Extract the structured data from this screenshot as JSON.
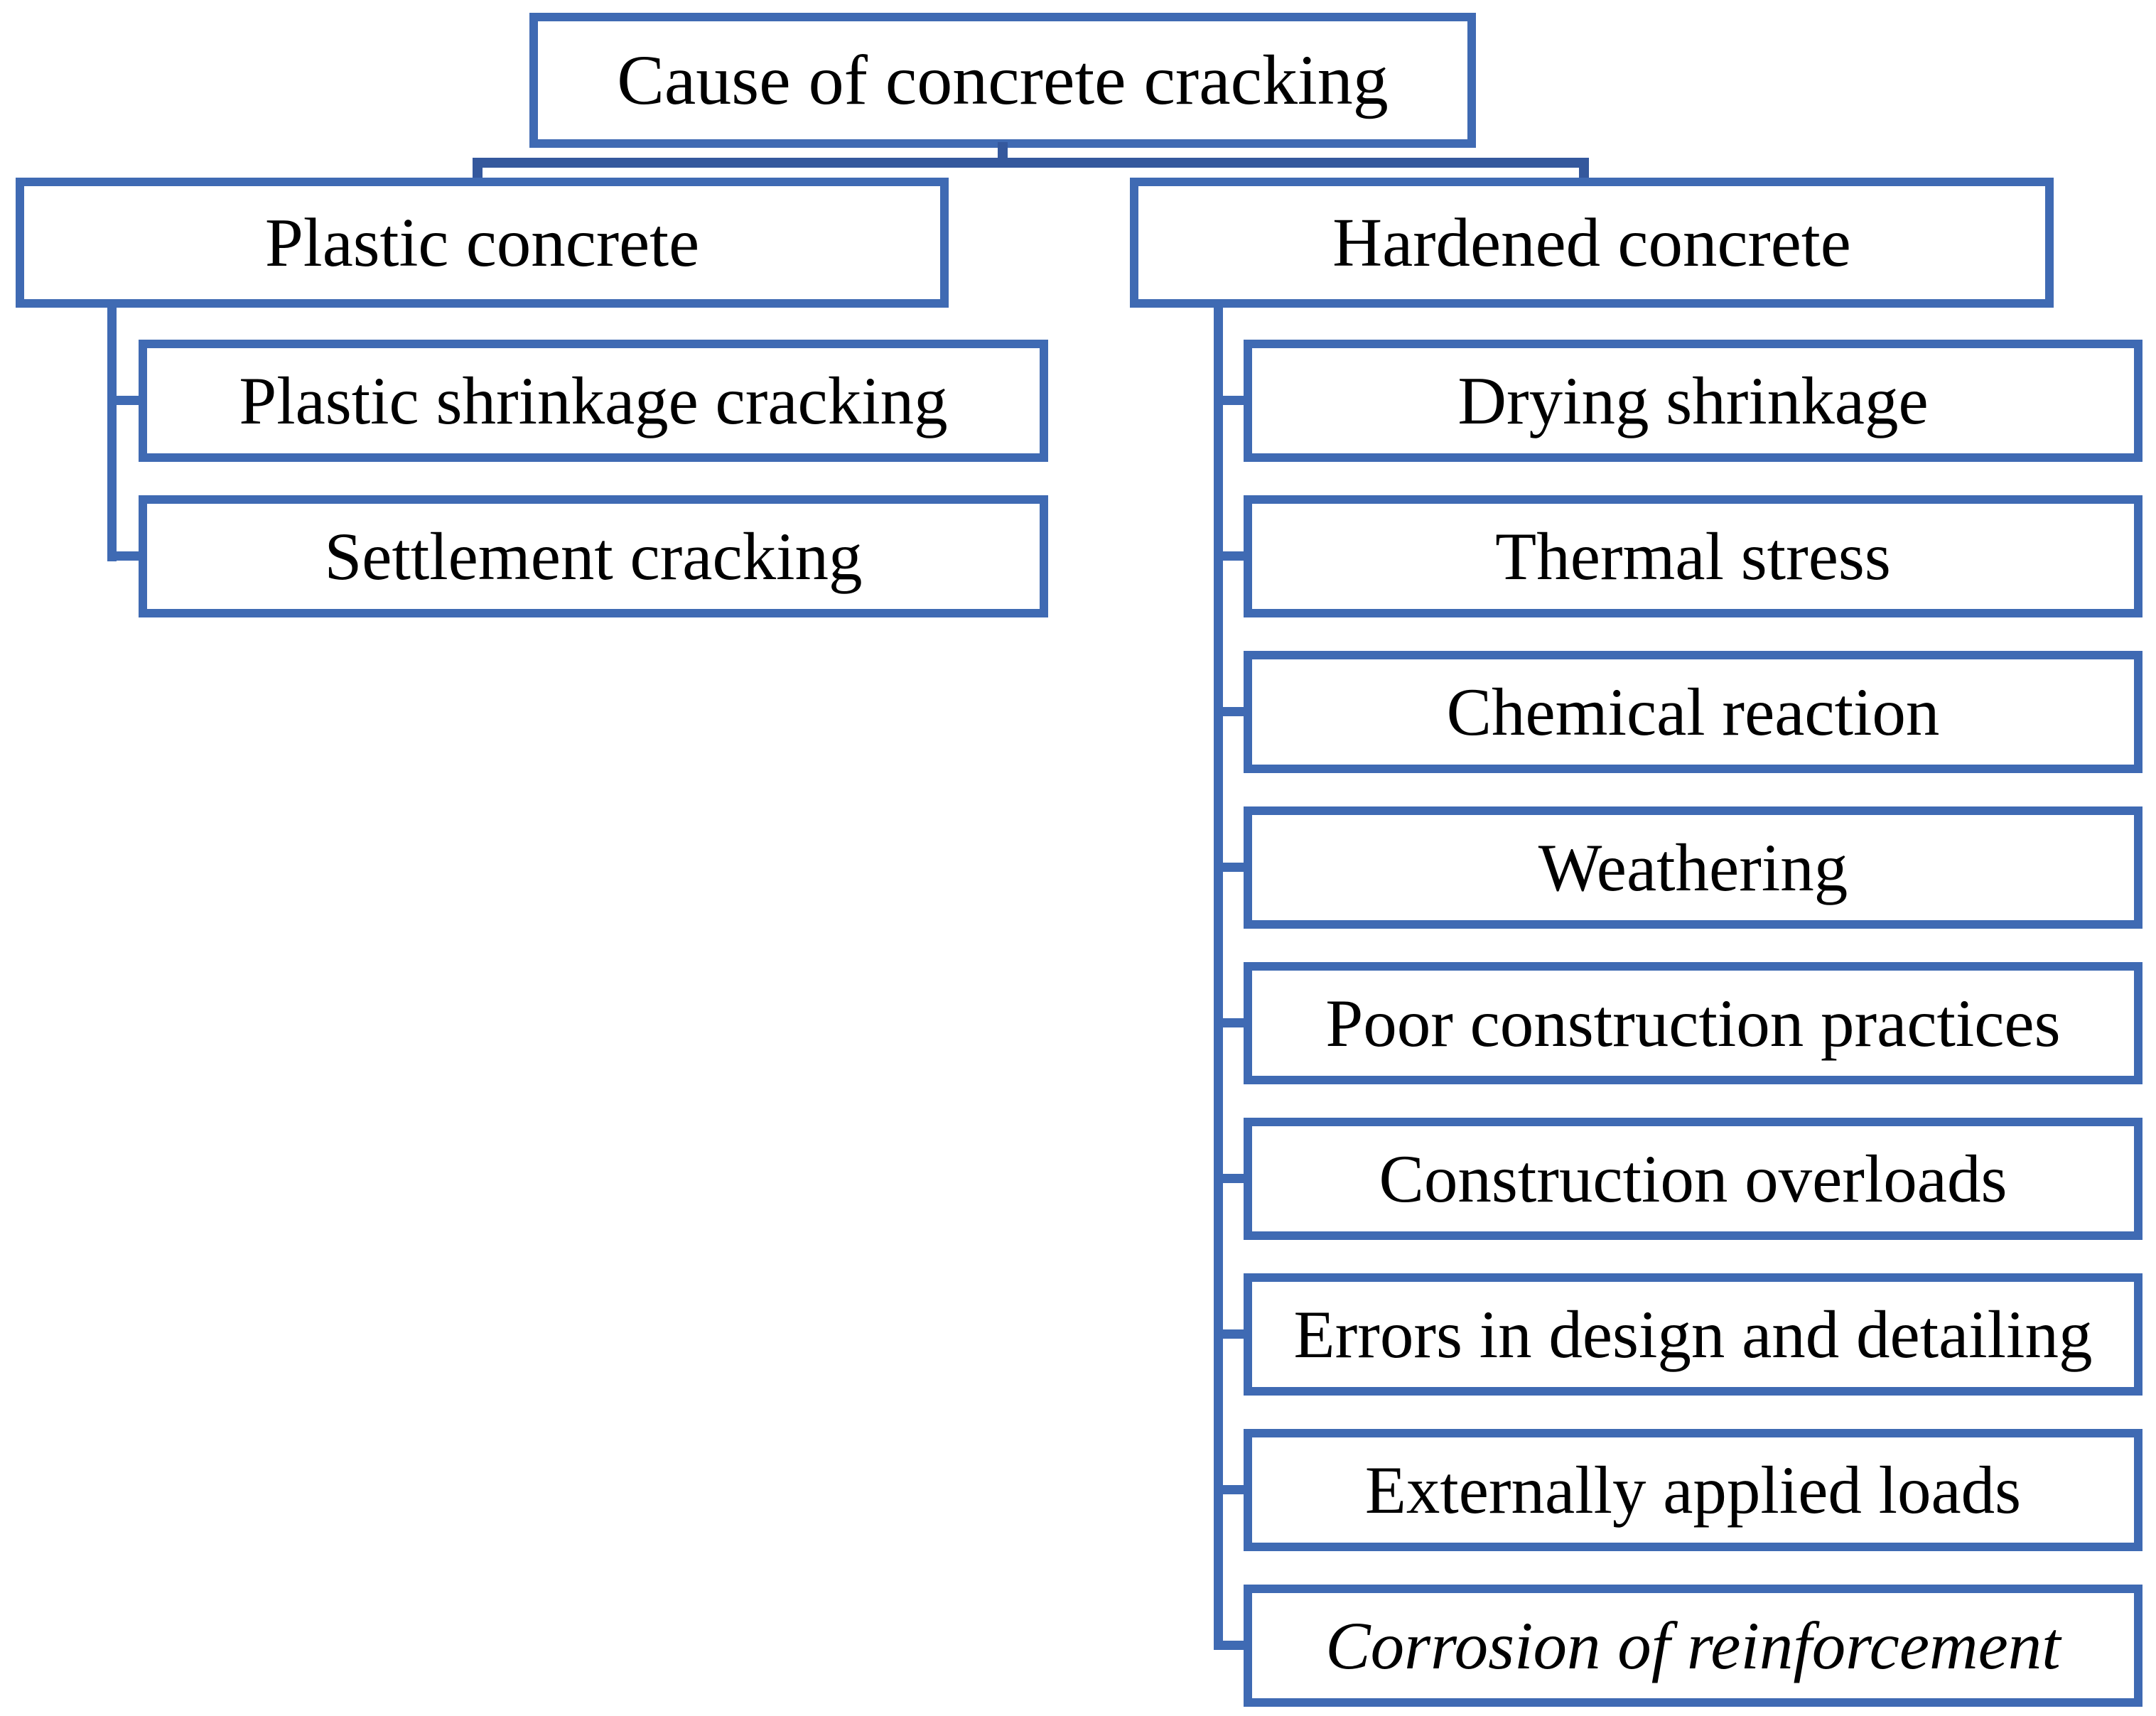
{
  "colors": {
    "background": "#FFFFFF",
    "box_border": "#3F6AB3",
    "connector": "#34589D",
    "text": "#000000"
  },
  "chart": {
    "type": "tree-diagram",
    "root": {
      "label": "Cause of concrete cracking"
    },
    "branches": [
      {
        "label": "Plastic concrete",
        "children": [
          {
            "label": "Plastic shrinkage cracking"
          },
          {
            "label": "Settlement cracking"
          }
        ]
      },
      {
        "label": "Hardened concrete",
        "children": [
          {
            "label": "Drying shrinkage"
          },
          {
            "label": "Thermal stress"
          },
          {
            "label": "Chemical reaction"
          },
          {
            "label": "Weathering"
          },
          {
            "label": "Poor construction practices"
          },
          {
            "label": "Construction overloads"
          },
          {
            "label": "Errors in design and detailing"
          },
          {
            "label": "Externally applied loads"
          },
          {
            "label": "Corrosion of reinforcement",
            "emphasis": "italic"
          }
        ]
      }
    ]
  }
}
